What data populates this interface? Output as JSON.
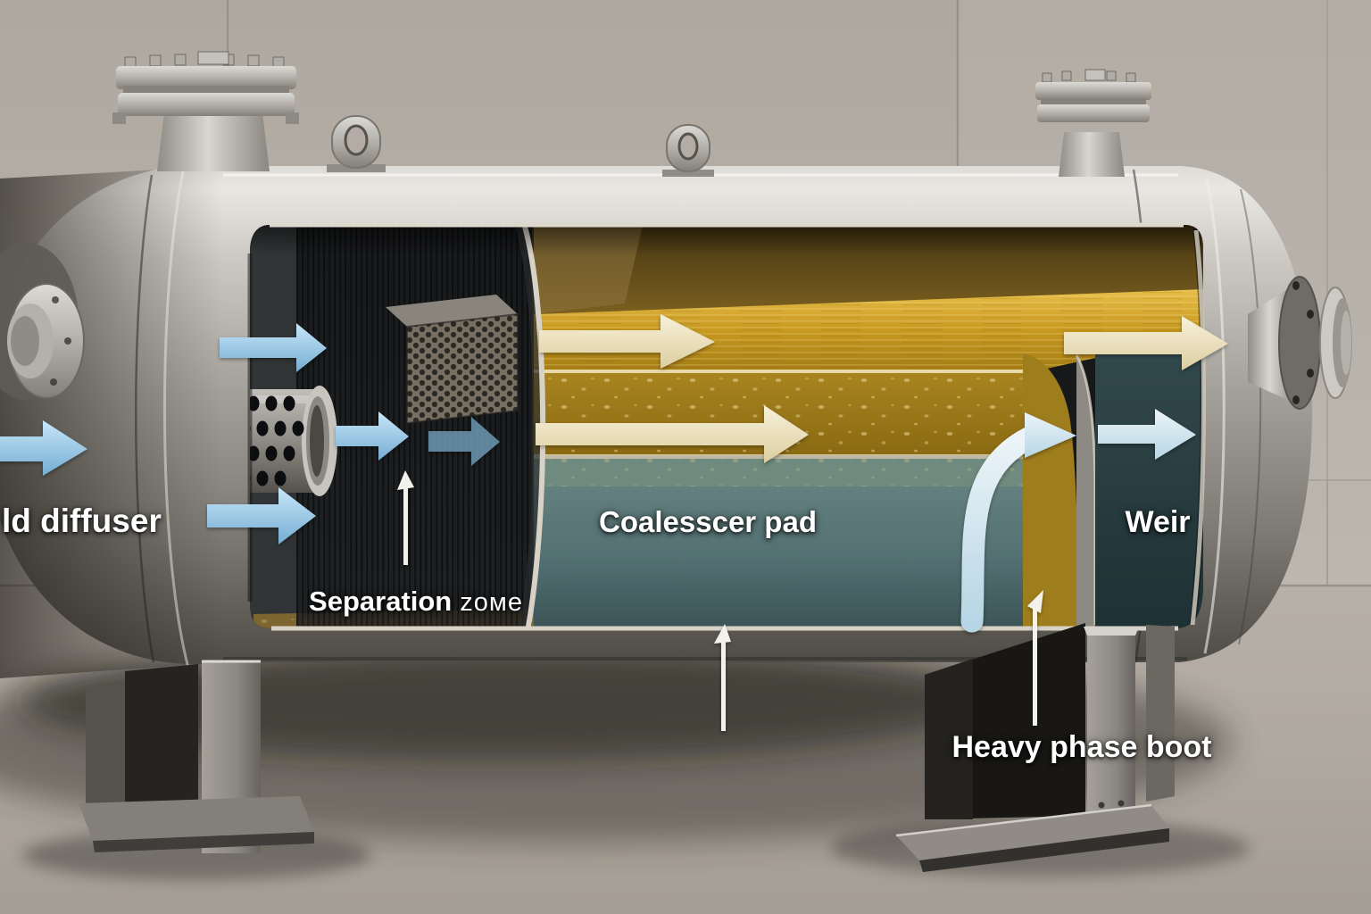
{
  "diagram": {
    "labels": {
      "inlet_diffuser": "ld diffuser",
      "separation_zone": {
        "bold": "Separation",
        "rest": "zoме"
      },
      "coalescer_pad": "Coalesscer pad",
      "weir": "Weir",
      "heavy_phase_boot": "Heavy phase boot"
    },
    "colors": {
      "vessel_steel": "#b3afa8",
      "interior_dark": "#1e2123",
      "oil_gold": "#c79a23",
      "coalescer_amber": "#9c7a1c",
      "water_teal": "#567378",
      "outlet_chamber_teal": "#2c4347",
      "inlet_arrow_blue": "#8fc4e8",
      "oil_arrow_cream": "#efe6c8",
      "outlet_arrow_pale": "#d6e7f0",
      "callout_line": "#f2f1ec",
      "label_text": "#ffffff",
      "wall": "#b2aca4",
      "floor": "#a9a29a"
    },
    "icons": {
      "flow_arrow": "right-arrow",
      "callout_pointer": "up-arrow"
    }
  }
}
